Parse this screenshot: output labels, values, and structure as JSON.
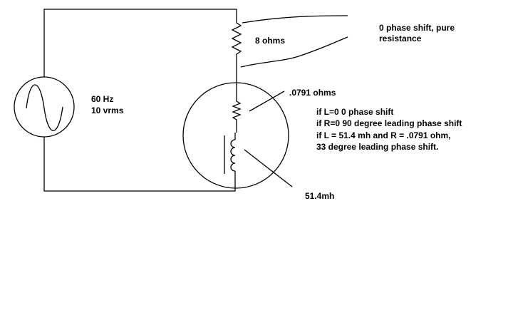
{
  "colors": {
    "line": "#000000",
    "background": "#ffffff"
  },
  "icons": {
    "source": "ac-voltage-source-icon",
    "resistor": "resistor-icon",
    "inductor": "inductor-coil-icon"
  },
  "labels": {
    "resistor_top": "8 ohms",
    "phase_note_1": "0 phase shift, pure",
    "phase_note_2": "resistance",
    "source_freq": "60 Hz",
    "source_volt": "10 vrms",
    "resistor_small": ".0791 ohms",
    "note_lines": [
      "if L=0   0 phase shift",
      "if R=0  90 degree leading phase shift",
      "if L = 51.4 mh and R = .0791 ohm,",
      "33 degree leading phase shift."
    ],
    "inductor": "51.4mh"
  }
}
